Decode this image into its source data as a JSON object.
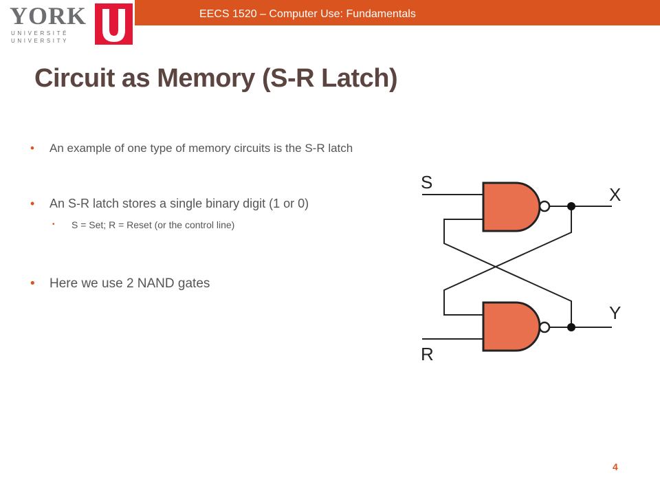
{
  "header": {
    "course_title": "EECS 1520 – Computer Use: Fundamentals",
    "logo": {
      "wordmark": "YORK",
      "line1": "UNIVERSITÉ",
      "line2": "UNIVERSITY",
      "mark": "U"
    }
  },
  "slide": {
    "title": "Circuit as Memory (S-R Latch)",
    "bullets": [
      {
        "marker": "•",
        "text": "An example of one type of memory circuits is the S-R latch"
      },
      {
        "marker": "•",
        "text": "An S-R latch stores a single binary digit (1 or 0)"
      },
      {
        "marker": "•",
        "text": "S = Set; R = Reset (or the control line)"
      },
      {
        "marker": "•",
        "text": "Here we use 2 NAND gates"
      }
    ],
    "diagram": {
      "input_top": "S",
      "input_bottom": "R",
      "output_top": "X",
      "output_bottom": "Y",
      "gate_color": "#e8704e"
    },
    "page_number": "4"
  },
  "colors": {
    "accent": "#d9541e",
    "title": "#5c4541",
    "logo_red": "#e31837"
  }
}
